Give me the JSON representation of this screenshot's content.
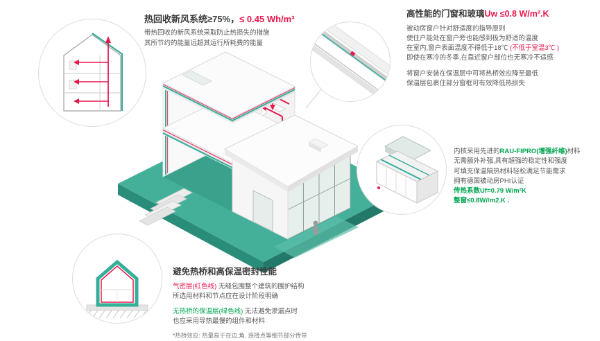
{
  "colors": {
    "teal": "#35ae9a",
    "red": "#e8174e",
    "green": "#00a651",
    "dark_text": "#3c3c3c",
    "body_text": "#595959"
  },
  "hrv": {
    "title_dark": "热回收新风系统≥75%，",
    "title_red": "≤ 0.45 Wh/m³",
    "line1": "带热回收的新风系统采取防止热损失的措施",
    "line2": "其所节约的能量远超其运行所耗费的能量"
  },
  "windows": {
    "title_dark": "高性能的门窗和玻璃",
    "title_red": "Uw ≤0.8 W/m².K",
    "line1": "被动房窗户针对舒适度的指导原则",
    "line2": "使住户能处在窗户旁也能感到极为舒适的温度",
    "line3_dark": "在室内,窗户表面温度不得低于18℃ ",
    "line3_red": "(不低于室温3℃ )",
    "line4": "即使在寒冷的冬季,在靠近窗户部位也无寒冷不适感",
    "line5": "将窗户安装在保温层中可将热桥效应降至最低",
    "line6": "保温层包裹住部分窗框可有效降低热损失"
  },
  "profile": {
    "line1_dark1": "内核采用先进的",
    "line1_green": "RAU-FIPRO(增强纤维)",
    "line1_dark2": "材料",
    "line2": "无需额外补强,具有超强的稳定性和强度",
    "line3": "可填充保温隔热材料轻松满足节能需求",
    "line4": "拥有德国被动房PHI认证",
    "line5": "传热系数Uf=0.79 W/m²K",
    "line6": "整窗≤0.8W//m2.K ."
  },
  "thermal": {
    "title": "避免热桥和高保温密封性能",
    "line1_red": "气密层(红色线)",
    "line1_dark": " 无缝包围整个建筑的围护结构",
    "line2": "所选用材料和节点应在设计阶段明确",
    "line3_green": "无热桥的保温层(绿色线)",
    "line3_dark": " 无法避免渗漏点时",
    "line4": "也应采用导热最慢的组件和材料",
    "footnote": "*热桥效应: 热量易于在边,角, 连接点等细节部分传导"
  },
  "illustrations": {
    "center": "isometric-house-cutaway",
    "top_left_circle": "hrv-cross-section",
    "top_right_circle": "window-corner-detail",
    "right_circle": "window-profile-detail",
    "bottom_left_circle": "insulation-envelope-outline"
  }
}
